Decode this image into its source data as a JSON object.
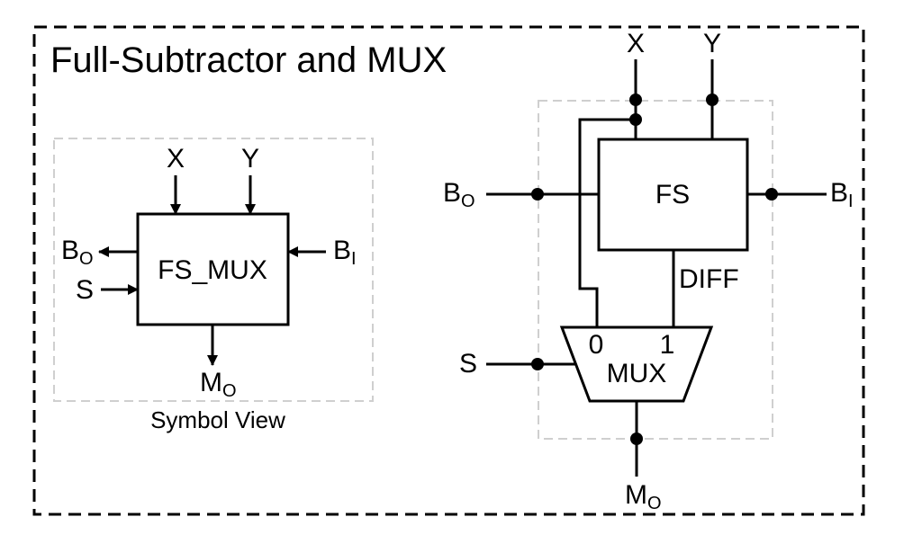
{
  "title": "Full-Subtractor and MUX",
  "symbol": {
    "block_label": "FS_MUX",
    "caption": "Symbol View",
    "in_x": "X",
    "in_y": "Y",
    "in_s": "S",
    "bo": {
      "base": "B",
      "sub": "O"
    },
    "bi": {
      "base": "B",
      "sub": "I"
    },
    "mo": {
      "base": "M",
      "sub": "O"
    }
  },
  "schematic": {
    "fs_label": "FS",
    "mux_label": "MUX",
    "mux_in0": "0",
    "mux_in1": "1",
    "diff_label": "DIFF",
    "in_x": "X",
    "in_y": "Y",
    "in_s": "S",
    "bo": {
      "base": "B",
      "sub": "O"
    },
    "bi": {
      "base": "B",
      "sub": "I"
    },
    "mo": {
      "base": "M",
      "sub": "O"
    }
  }
}
